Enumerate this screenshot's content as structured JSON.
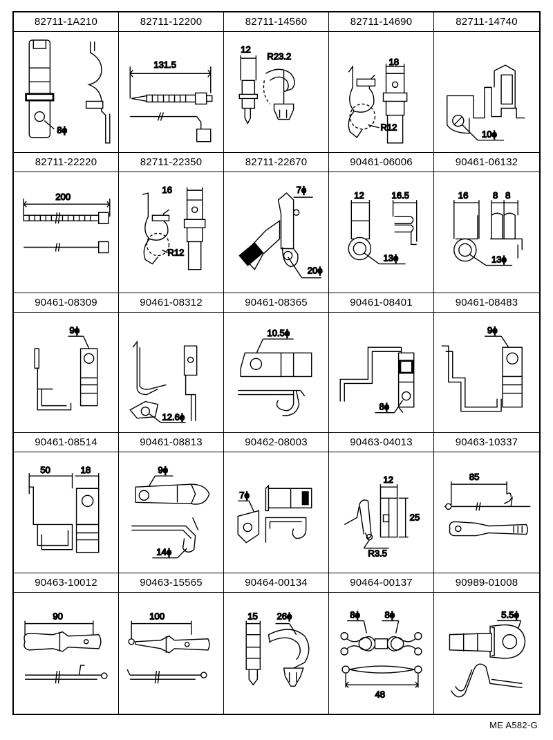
{
  "parts": [
    {
      "part_no": "82711-1A210",
      "dims": [
        "8ϕ"
      ]
    },
    {
      "part_no": "82711-12200",
      "dims": [
        "131.5"
      ]
    },
    {
      "part_no": "82711-14560",
      "dims": [
        "12",
        "R23.2"
      ]
    },
    {
      "part_no": "82711-14690",
      "dims": [
        "18",
        "R12"
      ]
    },
    {
      "part_no": "82711-14740",
      "dims": [
        "10ϕ"
      ]
    },
    {
      "part_no": "82711-22220",
      "dims": [
        "200"
      ]
    },
    {
      "part_no": "82711-22350",
      "dims": [
        "16",
        "R12"
      ]
    },
    {
      "part_no": "82711-22670",
      "dims": [
        "7ϕ",
        "20ϕ"
      ]
    },
    {
      "part_no": "90461-06006",
      "dims": [
        "12",
        "16.5",
        "13ϕ"
      ]
    },
    {
      "part_no": "90461-06132",
      "dims": [
        "16",
        "8",
        "8",
        "13ϕ"
      ]
    },
    {
      "part_no": "90461-08309",
      "dims": [
        "9ϕ"
      ]
    },
    {
      "part_no": "90461-08312",
      "dims": [
        "12.6ϕ"
      ]
    },
    {
      "part_no": "90461-08365",
      "dims": [
        "10.5ϕ"
      ]
    },
    {
      "part_no": "90461-08401",
      "dims": [
        "8ϕ"
      ]
    },
    {
      "part_no": "90461-08483",
      "dims": [
        "9ϕ"
      ]
    },
    {
      "part_no": "90461-08514",
      "dims": [
        "50",
        "18"
      ]
    },
    {
      "part_no": "90461-08813",
      "dims": [
        "9ϕ",
        "14ϕ"
      ]
    },
    {
      "part_no": "90462-08003",
      "dims": [
        "7ϕ"
      ]
    },
    {
      "part_no": "90463-04013",
      "dims": [
        "12",
        "25",
        "R3.5"
      ]
    },
    {
      "part_no": "90463-10337",
      "dims": [
        "85"
      ]
    },
    {
      "part_no": "90463-10012",
      "dims": [
        "90"
      ]
    },
    {
      "part_no": "90463-15565",
      "dims": [
        "100"
      ]
    },
    {
      "part_no": "90464-00134",
      "dims": [
        "15",
        "26ϕ"
      ]
    },
    {
      "part_no": "90464-00137",
      "dims": [
        "8ϕ",
        "8ϕ",
        "48"
      ]
    },
    {
      "part_no": "90989-01008",
      "dims": [
        "5.5ϕ"
      ]
    }
  ],
  "drawing_code": "ME   A582-G"
}
